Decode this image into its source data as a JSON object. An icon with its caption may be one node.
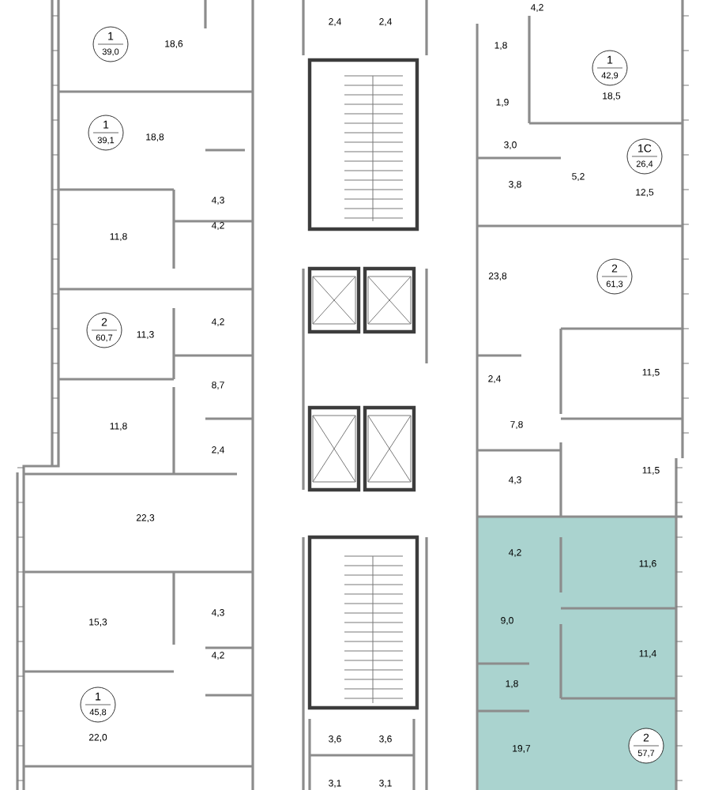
{
  "diagram": {
    "nodes": [
      {
        "text": [
          "1",
          "39,0"
        ]
      },
      {
        "text": [
          "1",
          "39,1"
        ]
      },
      {
        "text": [
          "2",
          "60,7"
        ]
      },
      {
        "text": [
          "1",
          "45,8"
        ]
      },
      {
        "text": [
          "1",
          "42,9"
        ]
      },
      {
        "text": [
          "1C",
          "26,4"
        ]
      },
      {
        "text": [
          "2",
          "61,3"
        ]
      },
      {
        "text": [
          "2",
          "57,7"
        ]
      }
    ],
    "labels": [
      "4,2",
      "2,4",
      "2,4",
      "18,6",
      "1,8",
      "18,5",
      "1,9",
      "18,8",
      "3,0",
      "5,2",
      "3,8",
      "12,5",
      "4,3",
      "4,2",
      "11,8",
      "23,8",
      "4,2",
      "11,3",
      "11,5",
      "2,4",
      "8,7",
      "11,8",
      "7,8",
      "2,4",
      "11,5",
      "4,3",
      "22,3",
      "4,2",
      "11,6",
      "4,3",
      "15,3",
      "9,0",
      "4,2",
      "11,4",
      "1,8",
      "22,0",
      "3,6",
      "3,6",
      "19,7",
      "3,1",
      "3,1"
    ]
  }
}
